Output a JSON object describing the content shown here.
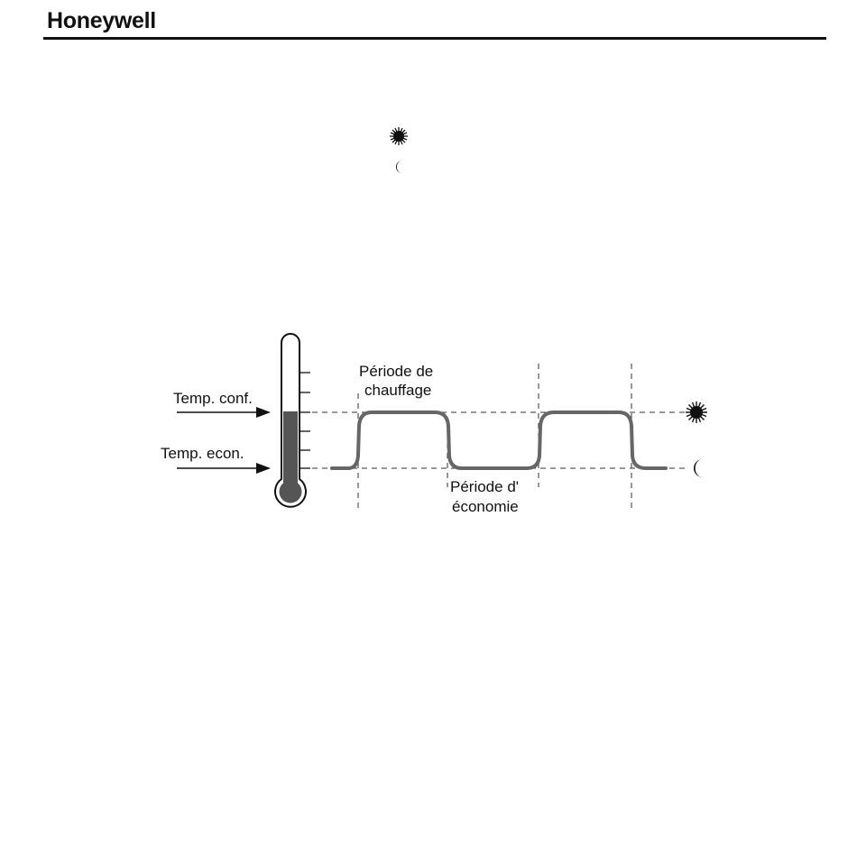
{
  "header": {
    "brand": "Honeywell"
  },
  "legend": {
    "comfort_icon": "sun-icon",
    "economy_icon": "moon-icon"
  },
  "figure": {
    "label_temp_comfort": "Temp. conf.",
    "label_temp_economy": "Temp. econ.",
    "label_heating_line1": "Période de",
    "label_heating_line2": "chauffage",
    "label_economy_line1": "Période d'",
    "label_economy_line2": "économie",
    "comfort_icon": "sun-icon",
    "economy_icon": "moon-icon",
    "colors": {
      "curve": "#666666",
      "thermometer_fill": "#555555",
      "ink": "#111111"
    }
  }
}
